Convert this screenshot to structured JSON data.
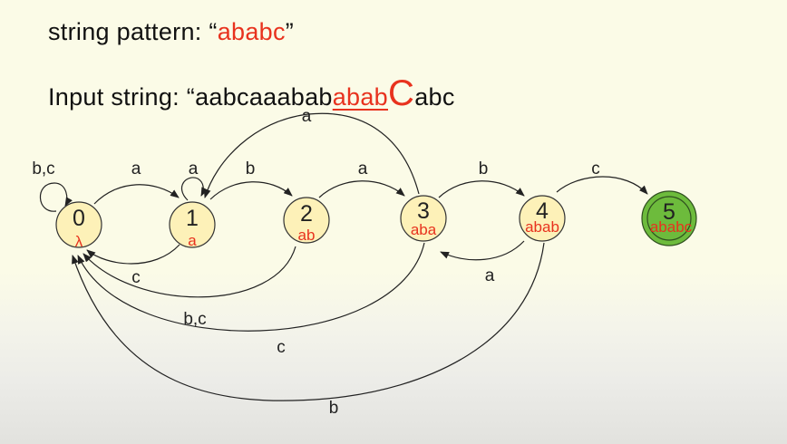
{
  "header": {
    "pattern_prefix": "string pattern: “",
    "pattern_value": "ababc",
    "pattern_suffix": "”",
    "input_prefix": "Input string: “",
    "input_plain": "aabcaaabab",
    "input_match": "abab",
    "input_big": "C",
    "input_rest": "abc"
  },
  "colors": {
    "state_fill": "#fdf1b8",
    "accept_fill": "#6dbb3c",
    "highlight": "#e8321e"
  },
  "states": [
    {
      "id": "0",
      "label": "λ"
    },
    {
      "id": "1",
      "label": "a"
    },
    {
      "id": "2",
      "label": "ab"
    },
    {
      "id": "3",
      "label": "aba"
    },
    {
      "id": "4",
      "label": "abab"
    },
    {
      "id": "5",
      "label": "ababc",
      "accepting": true
    }
  ],
  "transitions": [
    {
      "from": "0",
      "to": "0",
      "label": "b,c"
    },
    {
      "from": "0",
      "to": "1",
      "label": "a"
    },
    {
      "from": "1",
      "to": "1",
      "label": "a"
    },
    {
      "from": "1",
      "to": "2",
      "label": "b"
    },
    {
      "from": "2",
      "to": "3",
      "label": "a"
    },
    {
      "from": "3",
      "to": "4",
      "label": "b"
    },
    {
      "from": "4",
      "to": "5",
      "label": "c"
    },
    {
      "from": "3",
      "to": "1",
      "label": "a"
    },
    {
      "from": "4",
      "to": "3",
      "label": "a"
    },
    {
      "from": "1",
      "to": "0",
      "label": "c"
    },
    {
      "from": "2",
      "to": "0",
      "label": "b,c"
    },
    {
      "from": "3",
      "to": "0",
      "label": "c"
    },
    {
      "from": "4",
      "to": "0",
      "label": "b"
    }
  ]
}
